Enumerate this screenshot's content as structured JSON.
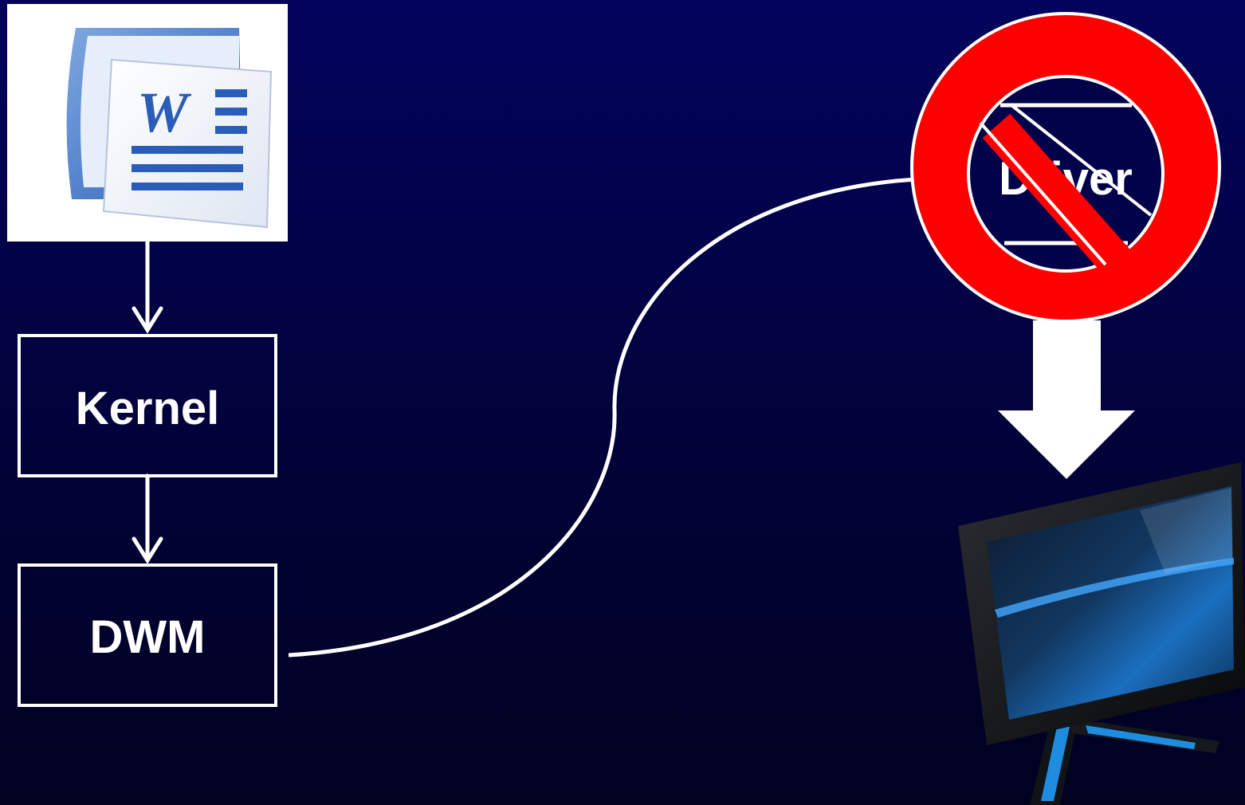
{
  "diagram": {
    "nodes": {
      "word_logo": {
        "text": "W"
      },
      "kernel": {
        "label": "Kernel"
      },
      "dwm": {
        "label": "DWM"
      },
      "driver": {
        "label": "Driver"
      }
    },
    "icons": [
      "word-document-icon",
      "no-entry-sign-icon",
      "down-arrow-icon",
      "monitor-icon"
    ],
    "colors": {
      "background_top": "#03035e",
      "background_bottom": "#010120",
      "lines": "#ffffff",
      "no_sign": "#ff0000",
      "word_blue": "#2a5db8"
    }
  }
}
